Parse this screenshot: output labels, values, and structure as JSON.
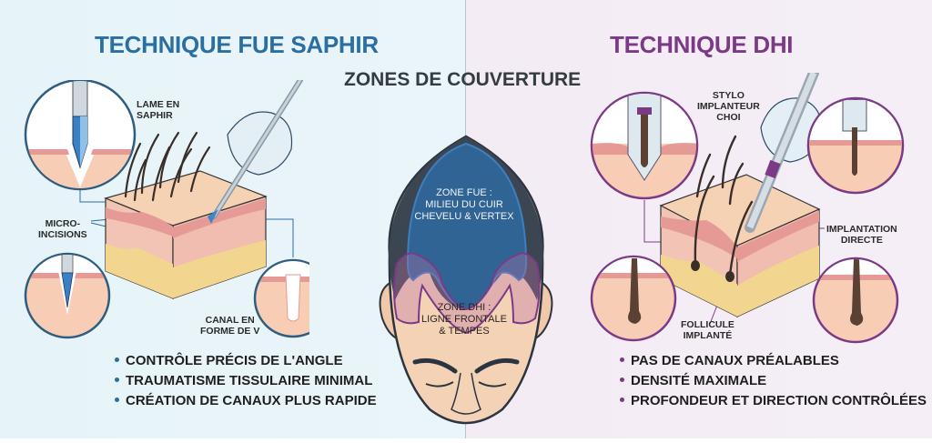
{
  "colors": {
    "fue_accent": "#2a6ea2",
    "dhi_accent": "#7b3a86",
    "skin": "#f6c9b0",
    "dermis": "#e9a7a0",
    "fat": "#f0d590",
    "hair_dark": "#2f3a45",
    "zone_fue_fill": "#2e5f8f"
  },
  "left_panel": {
    "title": "TECHNIQUE FUE SAPHIR",
    "labels": {
      "blade": "LAME EN\nSAPHIR",
      "micro_incisions": "MICRO-\nINCISIONS",
      "v_channel": "CANAL EN\nFORME DE V"
    },
    "icons": [
      "sapphire-blade-magnifier",
      "v-channel-magnifier",
      "scalpel-hand",
      "skin-block"
    ],
    "bullets": [
      "CONTRÔLE PRÉCIS DE L'ANGLE",
      "TRAUMATISME TISSULAIRE MINIMAL",
      "CRÉATION DE CANAUX PLUS RAPIDE"
    ]
  },
  "center_panel": {
    "title": "ZONES DE COUVERTURE",
    "zone_fue": "ZONE FUE :\nMILIEU DU CUIR\nCHEVELU & VERTEX",
    "zone_dhi": "ZONE DHI :\nLIGNE FRONTALE\n& TEMPES"
  },
  "right_panel": {
    "title": "TECHNIQUE DHI",
    "labels": {
      "pen": "STYLO\nIMPLANTEUR\nCHOI",
      "direct": "IMPLANTATION\nDIRECTE",
      "follicle": "FOLLICULE\nIMPLANTÉ"
    },
    "icons": [
      "choi-pen-magnifier",
      "follicle-magnifier",
      "implanter-pen-hand",
      "skin-block"
    ],
    "bullets": [
      "PAS DE CANAUX PRÉALABLES",
      "DENSITÉ MAXIMALE",
      "PROFONDEUR ET DIRECTION CONTRÔLÉES"
    ]
  }
}
